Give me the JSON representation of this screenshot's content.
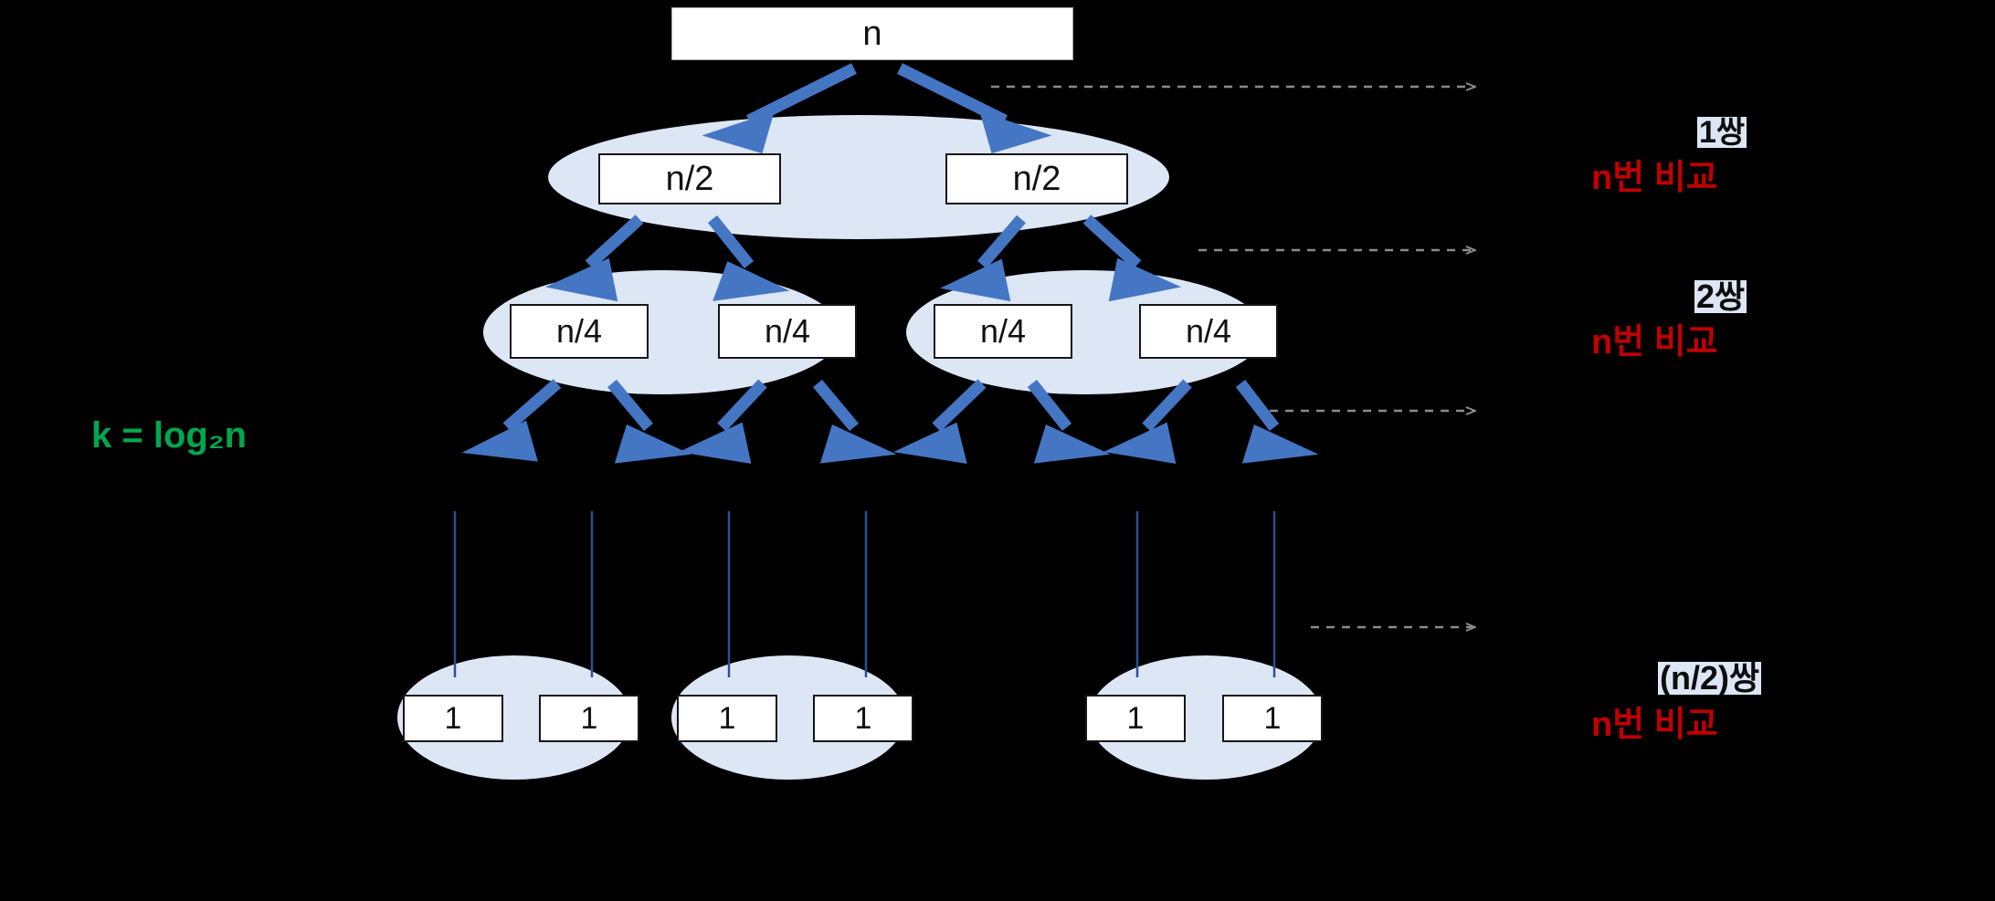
{
  "diagram": {
    "title_formula": "k = log₂n",
    "colors": {
      "background": "#000000",
      "ellipse_fill": "#dce6f5",
      "arrow_blue": "#4576c4",
      "connector_blue": "#2f4f8f",
      "dashed_gray": "#8c8c8c",
      "pair_label_bg": "#dce6f5",
      "compare_red": "#c00000",
      "formula_green": "#00a650",
      "box_fill": "#ffffff",
      "box_border": "#151515"
    },
    "levels": [
      {
        "id": "level-0",
        "boxes": [
          "n"
        ],
        "pair_label": null,
        "compare_label": null
      },
      {
        "id": "level-1",
        "boxes": [
          "n/2",
          "n/2"
        ],
        "pair_label": "1쌍",
        "compare_label": "n번 비교"
      },
      {
        "id": "level-2",
        "boxes": [
          "n/4",
          "n/4",
          "n/4",
          "n/4"
        ],
        "pair_label": "2쌍",
        "compare_label": "n번 비교"
      },
      {
        "id": "level-3",
        "boxes": [
          "1",
          "1",
          "1",
          "1",
          "1",
          "1"
        ],
        "pair_label": "(n/2)쌍",
        "compare_label": "n번 비교"
      }
    ],
    "icons": {
      "down_arrow": "arrow-down-icon",
      "dashed_arrow": "dashed-arrow-right-icon"
    }
  }
}
